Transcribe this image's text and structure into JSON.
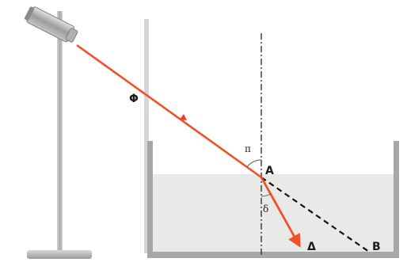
{
  "labels": {
    "incident_ray": "Φ",
    "incidence_angle": "π",
    "point_a": "A",
    "refraction_angle": "δ",
    "refracted_ray": "Δ",
    "point_b": "B"
  },
  "colors": {
    "ray": "#f0502a",
    "water": "#e8e8e6",
    "container": "#a8a8a8",
    "stand": "#b8b8b8",
    "normal_line": "#333333"
  },
  "icons": {
    "laser": "laser-pointer-icon"
  }
}
